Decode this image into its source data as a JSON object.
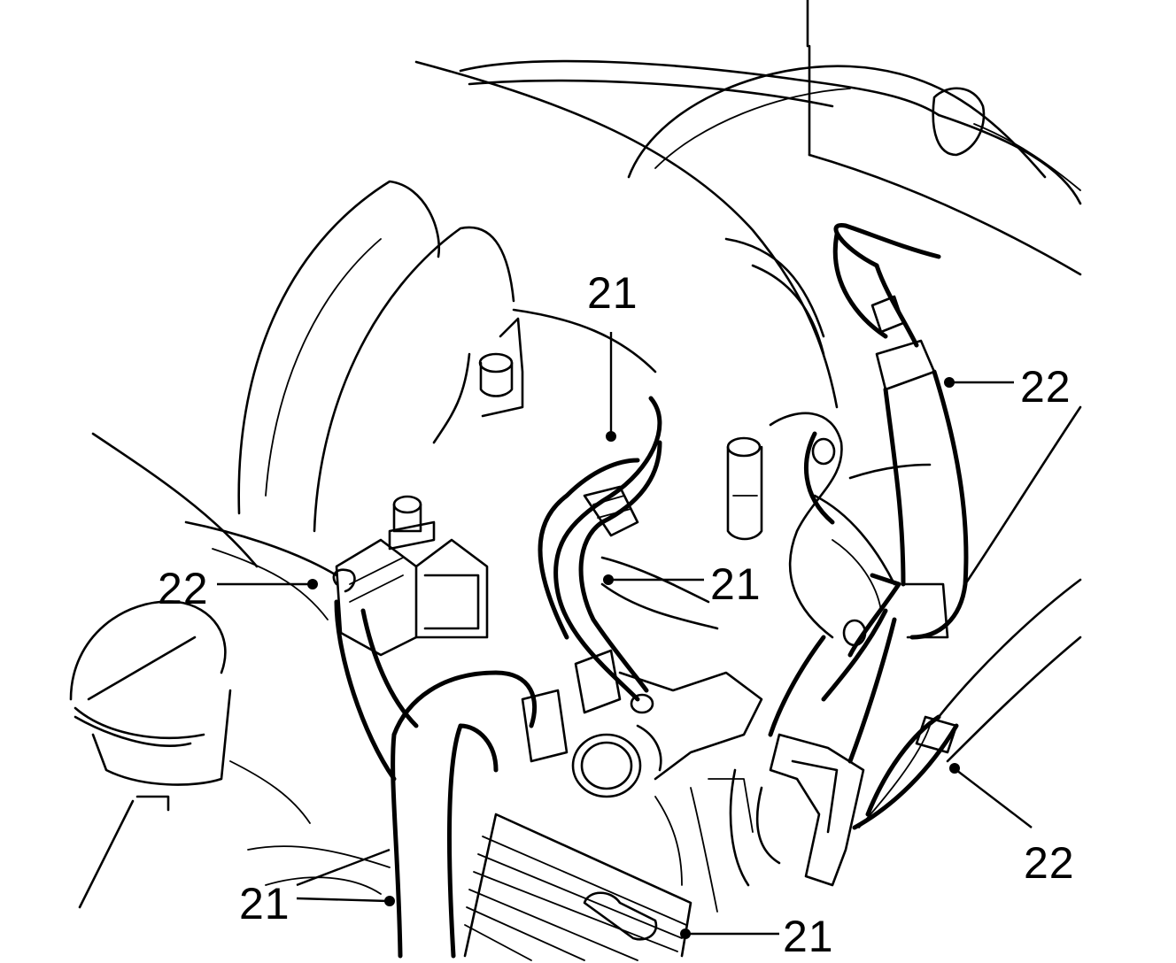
{
  "callouts": [
    {
      "id": "a",
      "text": "21"
    },
    {
      "id": "b",
      "text": "21"
    },
    {
      "id": "c",
      "text": "21"
    },
    {
      "id": "d",
      "text": "21"
    },
    {
      "id": "e",
      "text": "22"
    },
    {
      "id": "f",
      "text": "22"
    },
    {
      "id": "g",
      "text": "22"
    }
  ]
}
